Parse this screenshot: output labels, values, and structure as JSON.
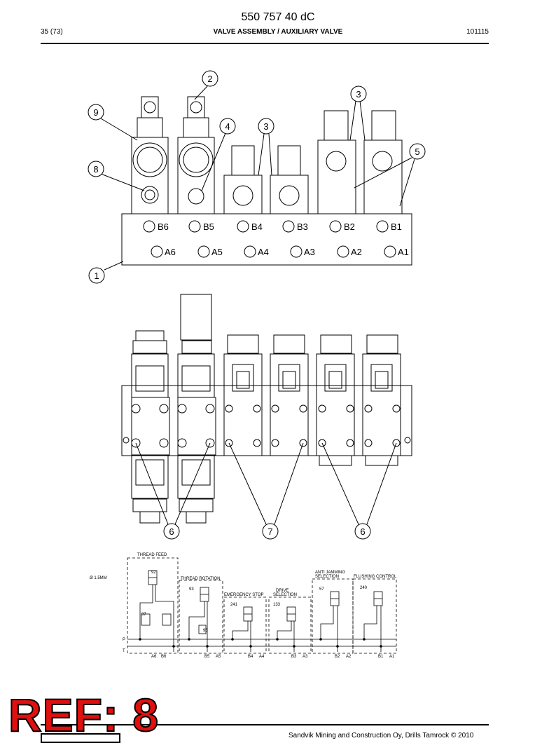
{
  "document": {
    "number": "550 757 40 dC",
    "page": "35 (73)",
    "title": "VALVE ASSEMBLY / AUXILIARY VALVE",
    "date_code": "101115"
  },
  "callouts": {
    "one": "1",
    "two": "2",
    "three": "3",
    "four": "4",
    "five": "5",
    "six": "6",
    "seven": "7",
    "eight": "8",
    "nine": "9"
  },
  "ports": {
    "b_row": [
      "B6",
      "B5",
      "B4",
      "B3",
      "B2",
      "B1"
    ],
    "a_row": [
      "A6",
      "A5",
      "A4",
      "A3",
      "A2",
      "A1"
    ]
  },
  "schematic": {
    "thread_feed": "THREAD FEED",
    "orifice": "Ø 1.5MM",
    "thread_rotation": "THREAD ROTATION",
    "emergency_stop": "EMERGENCY STOP",
    "drive_selection_1": "DRIVE",
    "drive_selection_2": "SELECTION",
    "anti_jamming_1": "ANTI JAMMING",
    "anti_jamming_2": "SELECTION",
    "flushing_control": "FLUSHING CONTROL",
    "item_92": "92",
    "item_93": "93",
    "item_97": "97",
    "item_95": "95",
    "item_241": "241",
    "item_133": "133",
    "item_57": "57",
    "item_240": "240",
    "line_p": "P",
    "line_t": "T",
    "port_a6": "A6",
    "port_b6": "B6",
    "port_b5": "B5",
    "port_a5": "A5",
    "port_b4": "B4",
    "port_a4": "A4",
    "port_b3": "B3",
    "port_a3": "A3",
    "port_b2": "B2",
    "port_a2": "A2",
    "port_b1": "B1",
    "port_a1": "A1"
  },
  "reference": "REF: 8",
  "footer": "Sandvik Mining and Construction Oy, Drills Tamrock © 2010"
}
